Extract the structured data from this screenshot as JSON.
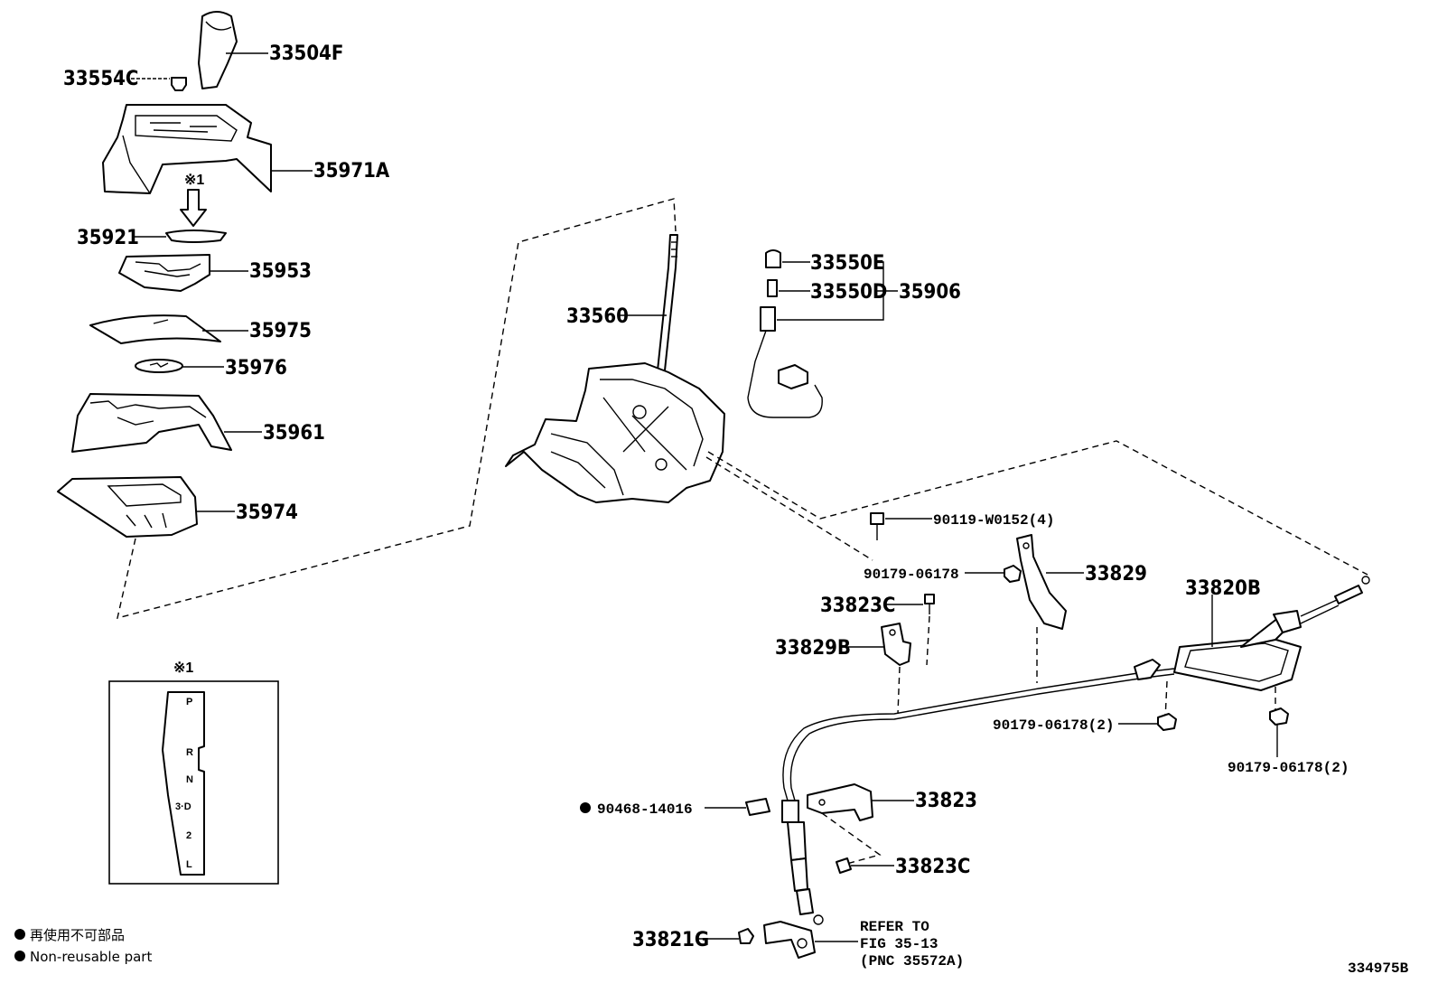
{
  "diagram_id": "334975B",
  "parts": {
    "p33504F": "33504F",
    "p33554C": "33554C",
    "p35971A": "35971A",
    "note_ref": "※1",
    "p35921": "35921",
    "p35953": "35953",
    "p35975": "35975",
    "p35976": "35976",
    "p35961": "35961",
    "p35974": "35974",
    "p33560": "33560",
    "p33550E": "33550E",
    "p33550D": "33550D",
    "p35906": "35906",
    "p90119": "90119-W0152(4)",
    "p90179_a": "90179-06178",
    "p33829": "33829",
    "p33823C_a": "33823C",
    "p33829B": "33829B",
    "p33820B": "33820B",
    "p90179_b": "90179-06178(2)",
    "p90179_c": "90179-06178(2)",
    "p90468": "90468-14016",
    "p33823": "33823",
    "p33823C_b": "33823C",
    "p33821G": "33821G",
    "refer_line1": "REFER TO",
    "refer_line2": "FIG 35-13",
    "refer_line3": "(PNC 35572A)"
  },
  "detail_box": {
    "title": "※1",
    "gates": [
      "P",
      "R",
      "N",
      "3·D",
      "2",
      "L"
    ]
  },
  "legend": {
    "jp": "再使用不可部品",
    "en": "Non-reusable part"
  }
}
